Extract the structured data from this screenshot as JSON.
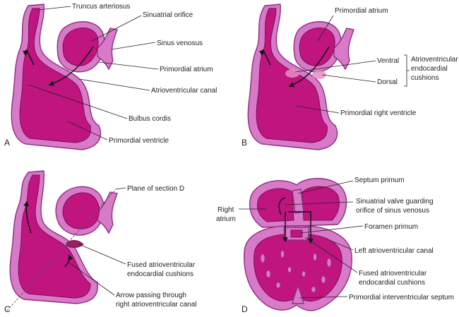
{
  "panels": {
    "A": {
      "letter": "A",
      "labels": {
        "truncus": "Truncus arteriosus",
        "sinuatrial": "Sinuatrial orifice",
        "sinus": "Sinus venosus",
        "atrium": "Primordial atrium",
        "av_canal": "Atrioventricular canal",
        "bulbus": "Bulbus cordis",
        "ventricle": "Primordial ventricle"
      }
    },
    "B": {
      "letter": "B",
      "labels": {
        "atrium": "Primordial atrium",
        "ventral": "Ventral",
        "dorsal": "Dorsal",
        "cushions_1": "Atrioventricular",
        "cushions_2": "endocardial",
        "cushions_3": "cushions",
        "right_ventricle": "Primordial right ventricle"
      }
    },
    "C": {
      "letter": "C",
      "labels": {
        "plane": "Plane of section D",
        "fused_1": "Fused atrioventricular",
        "fused_2": "endocardial cushions",
        "arrow_1": "Arrow passing through",
        "arrow_2": "right atrioventricular canal"
      }
    },
    "D": {
      "letter": "D",
      "labels": {
        "septum_primum": "Septum primum",
        "right_atrium_1": "Right",
        "right_atrium_2": "atrium",
        "valve_1": "Sinuatrial valve guarding",
        "valve_2": "orifice of sinus venosus",
        "foramen": "Foramen primum",
        "left_av": "Left atrioventricular canal",
        "fused_1": "Fused atrioventricular",
        "fused_2": "endocardial cushions",
        "iv_septum": "Primordial interventricular septum"
      }
    }
  },
  "colors": {
    "wall": "#d77ac7",
    "cavity": "#c0157f",
    "outline": "#8e2f7f"
  }
}
